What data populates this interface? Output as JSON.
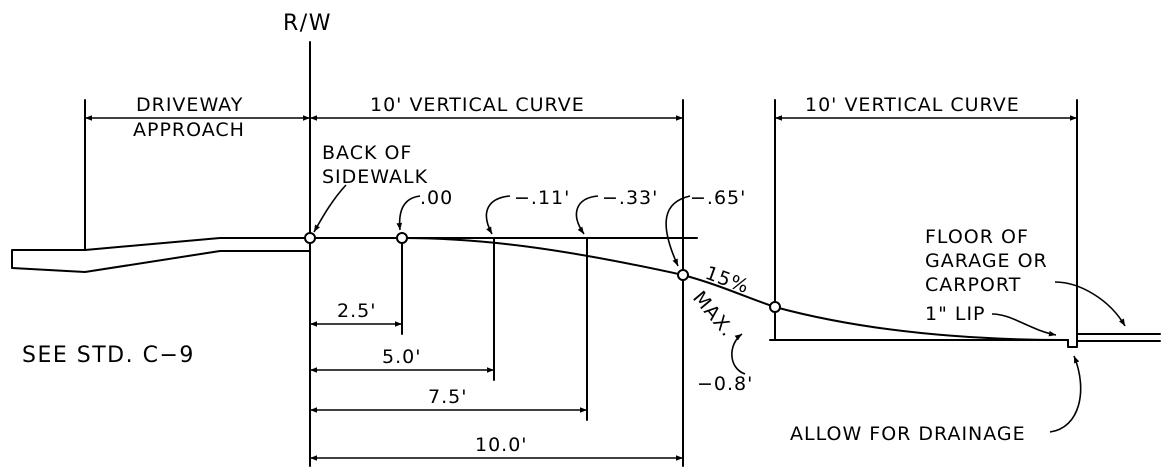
{
  "labels": {
    "rw": "R/W",
    "driveway_approach_line1": "DRIVEWAY",
    "driveway_approach_line2": "APPROACH",
    "vertical_curve_left": "10'  VERTICAL CURVE",
    "vertical_curve_right": "10'  VERTICAL CURVE",
    "back_of_sidewalk_line1": "BACK OF",
    "back_of_sidewalk_line2": "SIDEWALK",
    "offset_000": ".00",
    "offset_011": "−.11'",
    "offset_033": "−.33'",
    "offset_065": "−.65'",
    "grade_percent": "15%",
    "grade_max": "MAX.",
    "see_std": "SEE STD. C−9",
    "dim_25": "2.5'",
    "dim_50": "5.0'",
    "dim_75": "7.5'",
    "dim_100": "10.0'",
    "neg_08": "−0.8'",
    "floor_line1": "FLOOR OF",
    "floor_line2": "GARAGE OR",
    "floor_line3": "CARPORT",
    "lip": "1\" LIP",
    "drainage": "ALLOW FOR DRAINAGE"
  }
}
